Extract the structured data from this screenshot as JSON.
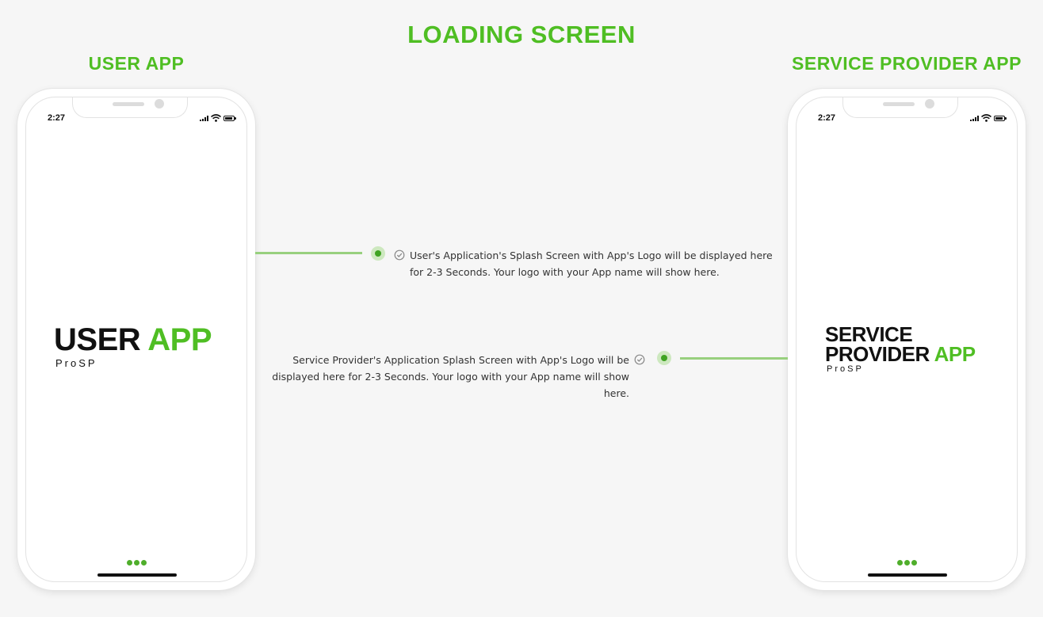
{
  "page": {
    "title": "LOADING SCREEN",
    "accent_color": "#4fbe23"
  },
  "user_app": {
    "heading": "USER APP",
    "status_time": "2:27",
    "logo": {
      "word1": "USER",
      "word2": "APP",
      "subtitle": "ProSP"
    },
    "note": "User's Application's Splash Screen with App's Logo will be displayed here for 2-3 Seconds. Your logo with your App name will show here."
  },
  "provider_app": {
    "heading": "SERVICE PROVIDER APP",
    "status_time": "2:27",
    "logo": {
      "line1": "SERVICE",
      "line2_word1": "PROVIDER",
      "line2_word2": "APP",
      "subtitle": "ProSP"
    },
    "note": "Service Provider's Application Splash Screen with App's Logo will be displayed here for 2-3 Seconds. Your logo with your App name will show here."
  },
  "icons": {
    "status": [
      "signal-icon",
      "wifi-icon",
      "battery-icon"
    ],
    "annotation": "check-circle-icon",
    "loading": "loading-dots"
  }
}
